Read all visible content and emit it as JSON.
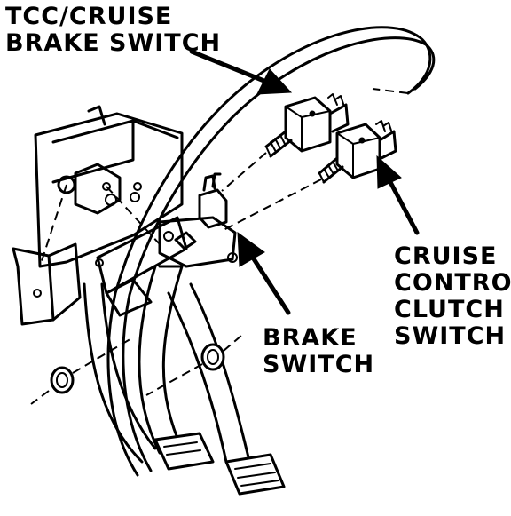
{
  "diagram": {
    "labels": {
      "tcc_cruise_brake_switch": [
        "TCC/CRUISE",
        "BRAKE SWITCH"
      ],
      "brake_switch": [
        "BRAKE",
        "SWITCH"
      ],
      "cruise_control_clutch_switch": [
        "CRUISE",
        "CONTROL",
        "CLUTCH",
        "SWITCH"
      ]
    },
    "colors": {
      "ink": "#000000",
      "paper": "#ffffff"
    }
  }
}
